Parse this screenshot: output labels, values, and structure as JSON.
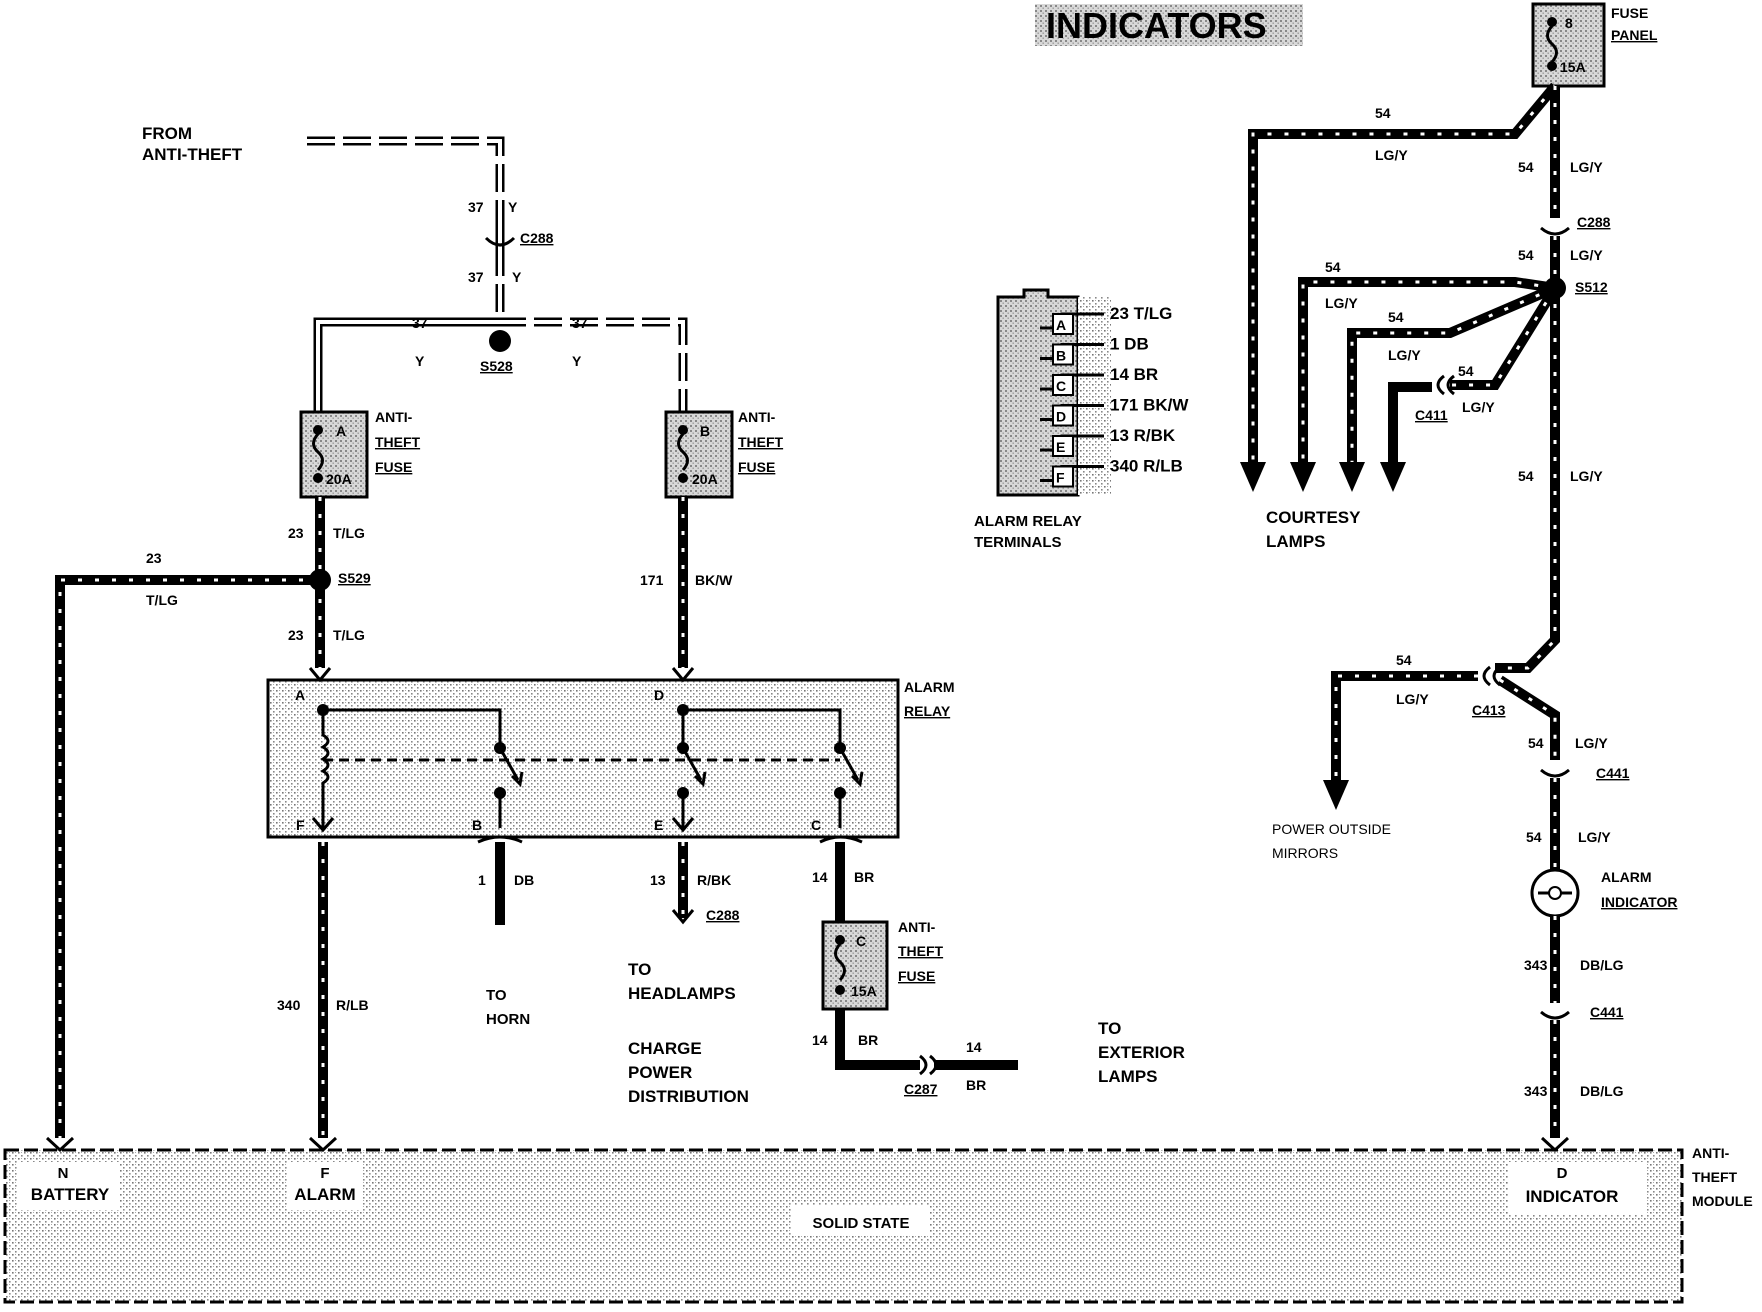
{
  "title": "INDICATORS",
  "fuse_panel": {
    "label1": "FUSE",
    "label2": "PANEL",
    "pin": "8",
    "rating": "15A"
  },
  "from_anti_theft": {
    "line1": "FROM",
    "line2": "ANTI-THEFT"
  },
  "anti_theft_fuse_a": {
    "pin": "A",
    "rating": "20A",
    "l1": "ANTI-",
    "l2": "THEFT",
    "l3": "FUSE"
  },
  "anti_theft_fuse_b": {
    "pin": "B",
    "rating": "20A",
    "l1": "ANTI-",
    "l2": "THEFT",
    "l3": "FUSE"
  },
  "anti_theft_fuse_c": {
    "pin": "C",
    "rating": "15A",
    "l1": "ANTI-",
    "l2": "THEFT",
    "l3": "FUSE"
  },
  "alarm_relay": {
    "l1": "ALARM",
    "l2": "RELAY",
    "pins": [
      "A",
      "D",
      "F",
      "B",
      "E",
      "C"
    ]
  },
  "relay_terminals": {
    "caption1": "ALARM RELAY",
    "caption2": "TERMINALS",
    "rows": [
      {
        "pin": "A",
        "label": "23 T/LG"
      },
      {
        "pin": "B",
        "label": "1 DB"
      },
      {
        "pin": "C",
        "label": "14 BR"
      },
      {
        "pin": "D",
        "label": "171 BK/W"
      },
      {
        "pin": "E",
        "label": "13 R/BK"
      },
      {
        "pin": "F",
        "label": "340 R/LB"
      }
    ]
  },
  "labels": {
    "w37a": "37",
    "y1": "Y",
    "c288a": "C288",
    "w37b": "37",
    "y2": "Y",
    "w37l": "37",
    "w37r": "37",
    "yl": "Y",
    "yr": "Y",
    "s528": "S528",
    "w23a": "23",
    "tlga": "T/LG",
    "w23b": "23",
    "tlgb": "T/LG",
    "s529": "S529",
    "w23c": "23",
    "tlgc": "T/LG",
    "w171": "171",
    "bkw": "BK/W",
    "w1": "1",
    "db": "DB",
    "w13": "13",
    "rbk": "R/BK",
    "c288b": "C288",
    "w14a": "14",
    "bra": "BR",
    "w14b": "14",
    "brb": "BR",
    "w14c": "14",
    "brc": "BR",
    "c287": "C287",
    "w340": "340",
    "rlb": "R/LB",
    "to_horn1": "TO",
    "to_horn2": "HORN",
    "to_head1": "TO",
    "to_head2": "HEADLAMPS",
    "charge1": "CHARGE",
    "charge2": "POWER",
    "charge3": "DISTRIBUTION",
    "ext1": "TO",
    "ext2": "EXTERIOR",
    "ext3": "LAMPS",
    "w54a": "54",
    "lgya": "LG/Y",
    "w54b": "54",
    "lgyb": "LG/Y",
    "c288c": "C288",
    "w54c": "54",
    "lgyc": "LG/Y",
    "s512": "S512",
    "w54d": "54",
    "lgyd": "LG/Y",
    "w54e": "54",
    "lgye": "LG/Y",
    "w54f": "54",
    "lgyf": "LG/Y",
    "c411": "C411",
    "w54g": "54",
    "lgyg": "LG/Y",
    "courtesy1": "COURTESY",
    "courtesy2": "LAMPS",
    "w54h": "54",
    "lgyh": "LG/Y",
    "c413": "C413",
    "w54i": "54",
    "lgyi": "LG/Y",
    "c441a": "C441",
    "w54j": "54",
    "lgyj": "LG/Y",
    "mirrors1": "POWER OUTSIDE",
    "mirrors2": "MIRRORS",
    "ind1": "ALARM",
    "ind2": "INDICATOR",
    "w343a": "343",
    "dblga": "DB/LG",
    "c441b": "C441",
    "w343b": "343",
    "dblgb": "DB/LG"
  },
  "module": {
    "n_pin": "N",
    "n_label": "BATTERY",
    "f_pin": "F",
    "f_label": "ALARM",
    "center": "SOLID STATE",
    "d_pin": "D",
    "d_label": "INDICATOR",
    "name1": "ANTI-",
    "name2": "THEFT",
    "name3": "MODULE"
  }
}
